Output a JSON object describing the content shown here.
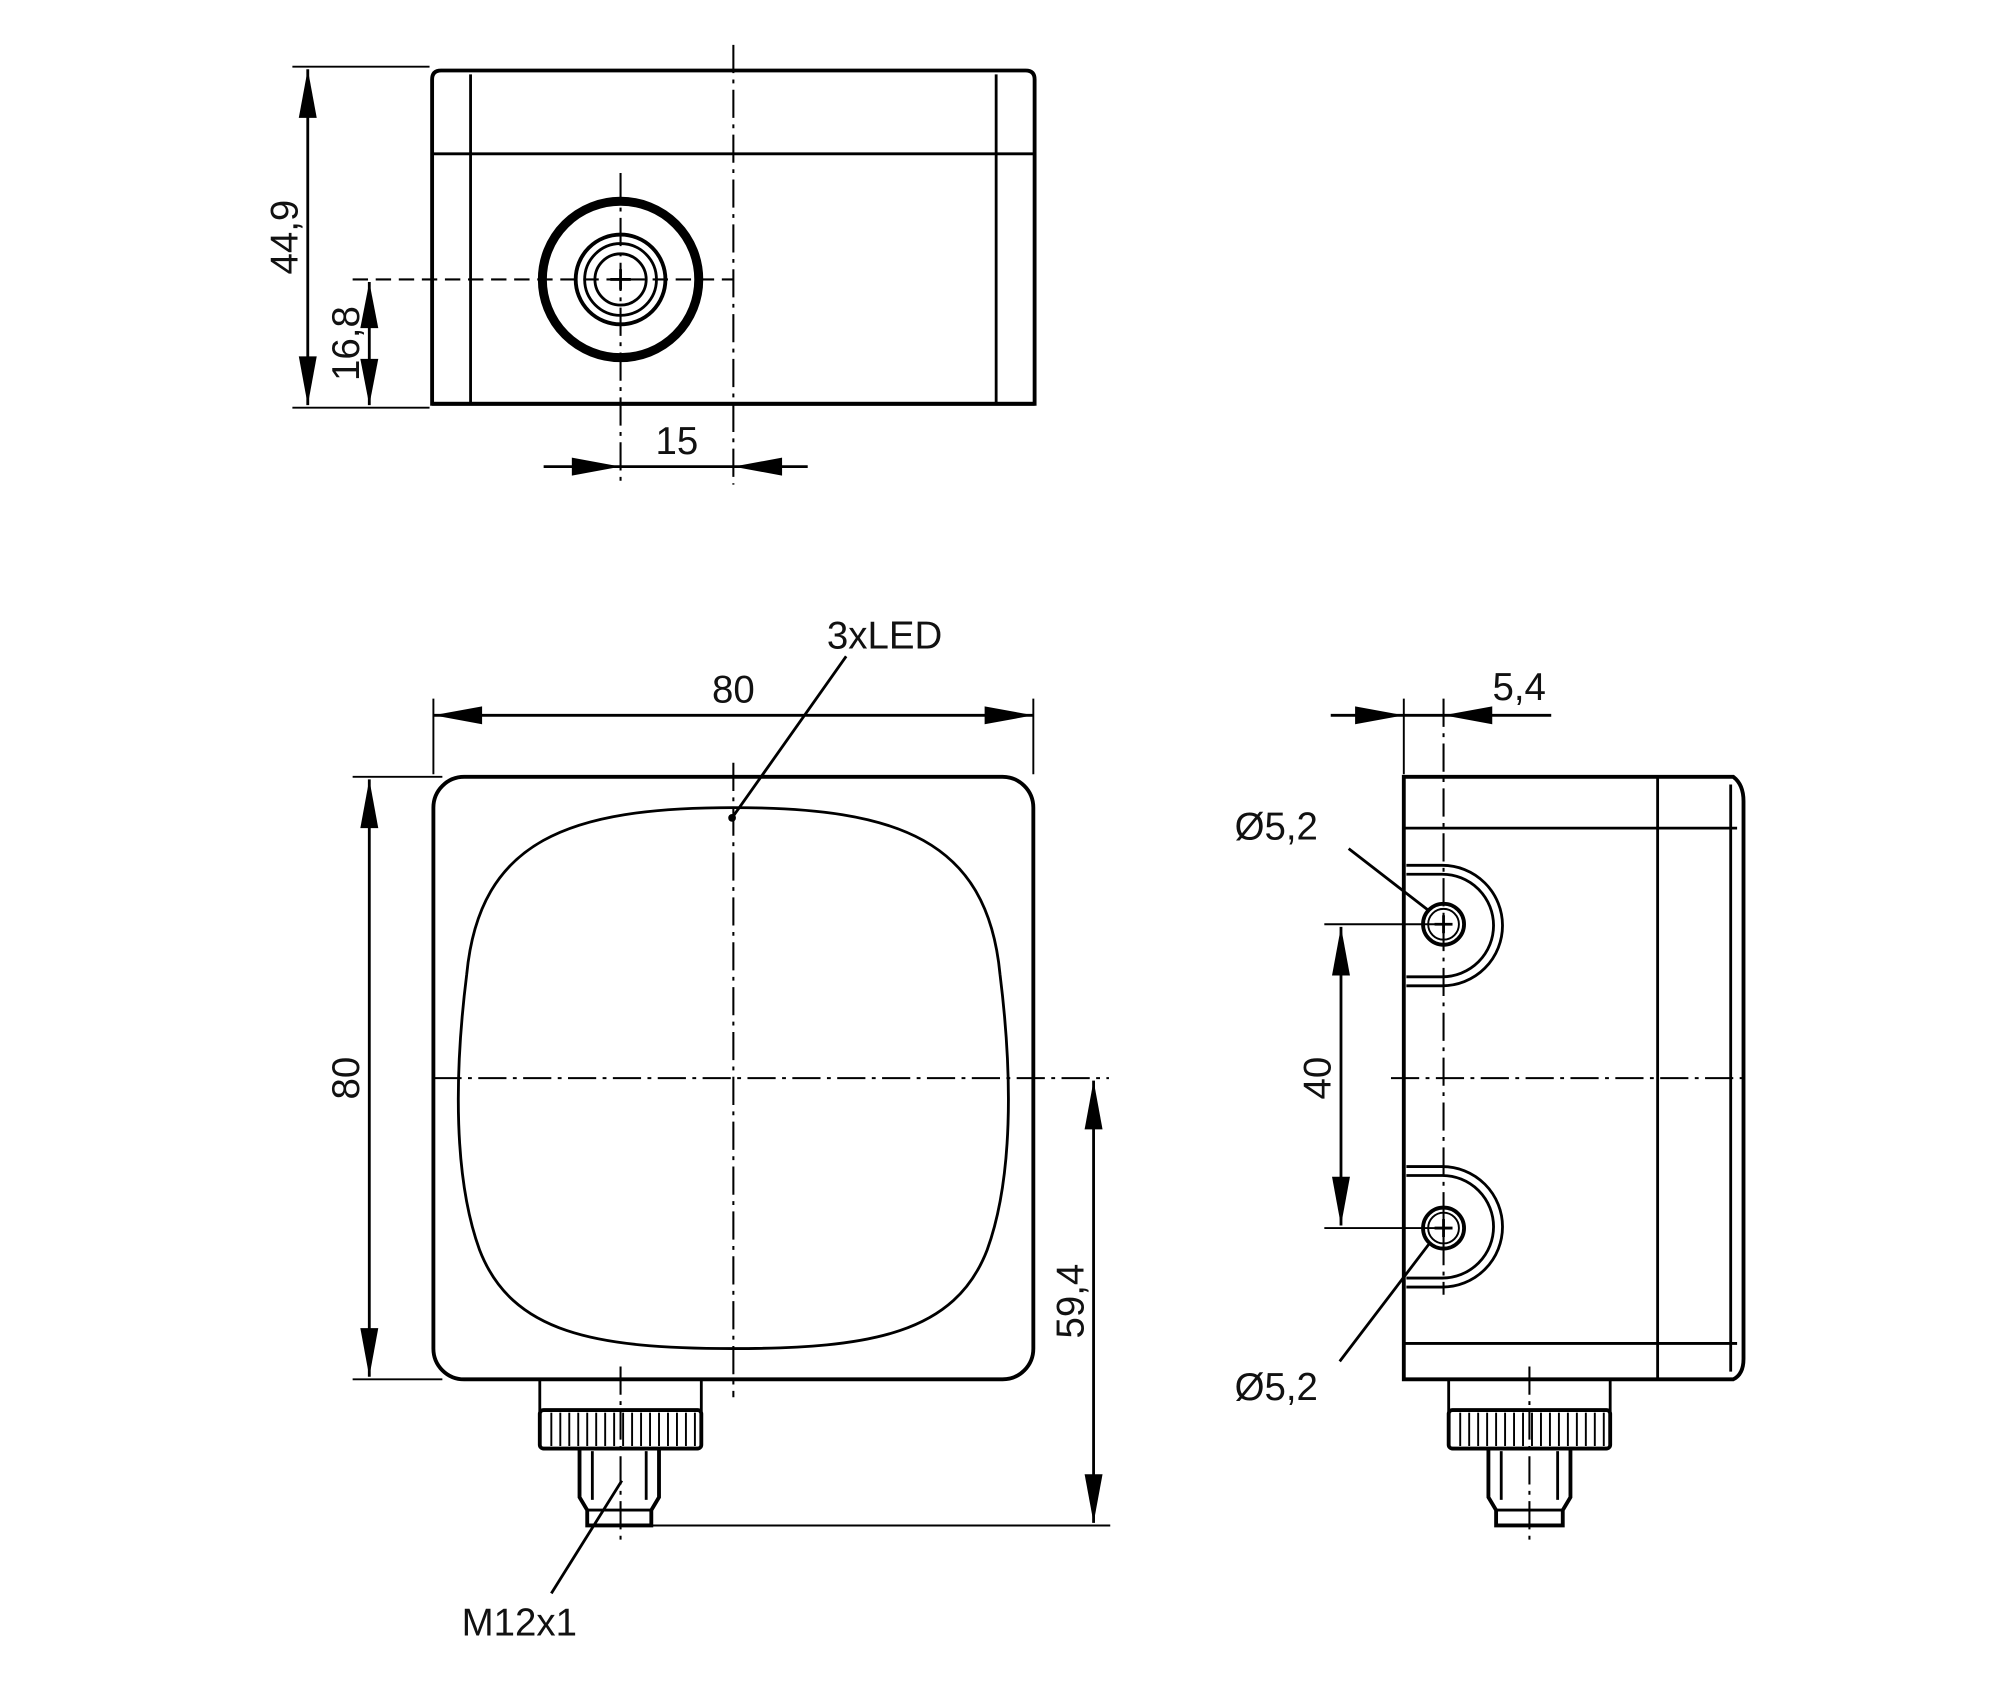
{
  "drawing": {
    "title": "Sensor housing dimensional drawing",
    "stroke_color": "#000000",
    "background": "#ffffff",
    "views": {
      "top_view": {
        "dimensions": {
          "height": "44,9",
          "connector_height": "16,8",
          "connector_offset": "15"
        }
      },
      "front_view": {
        "dimensions": {
          "width": "80",
          "height": "80",
          "center_to_connector_end": "59,4"
        },
        "callouts": {
          "led": "3xLED",
          "connector_thread": "M12x1"
        }
      },
      "side_view": {
        "dimensions": {
          "hole_offset": "5,4",
          "hole_spacing": "40",
          "hole_diameter_top": "Ø5,2",
          "hole_diameter_bottom": "Ø5,2"
        }
      }
    }
  }
}
